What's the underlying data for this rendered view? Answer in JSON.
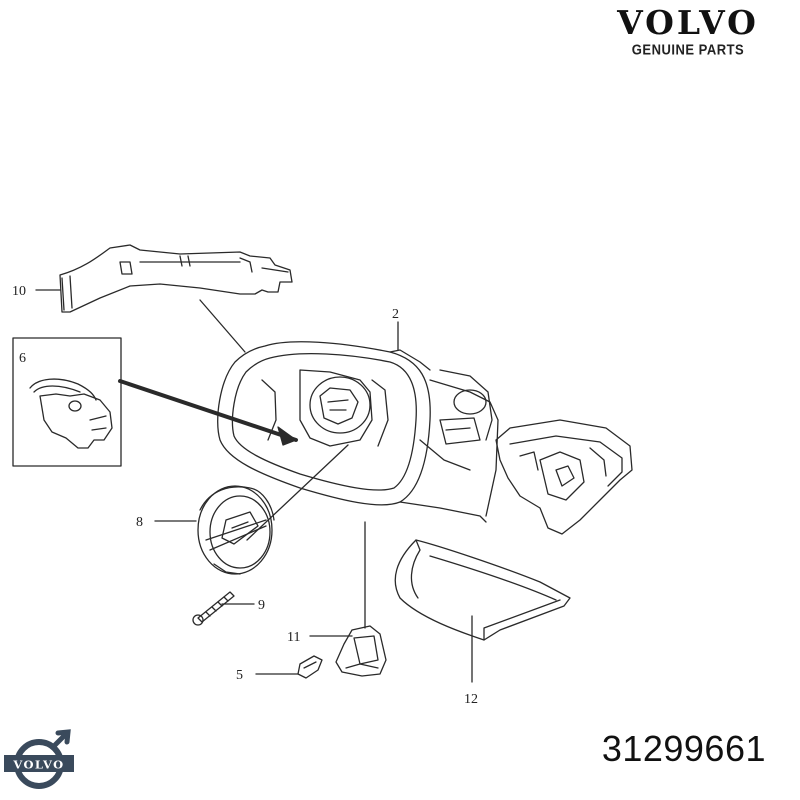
{
  "brand": {
    "name": "VOLVO",
    "subtitle": "GENUINE PARTS"
  },
  "diagram": {
    "callouts": [
      "2",
      "5",
      "6",
      "8",
      "9",
      "10",
      "11",
      "12"
    ]
  },
  "part_number": "31299661",
  "logo": {
    "icon": "volvo-iron-mark-icon",
    "text": "VOLVO",
    "color": "#3a4a5c"
  }
}
